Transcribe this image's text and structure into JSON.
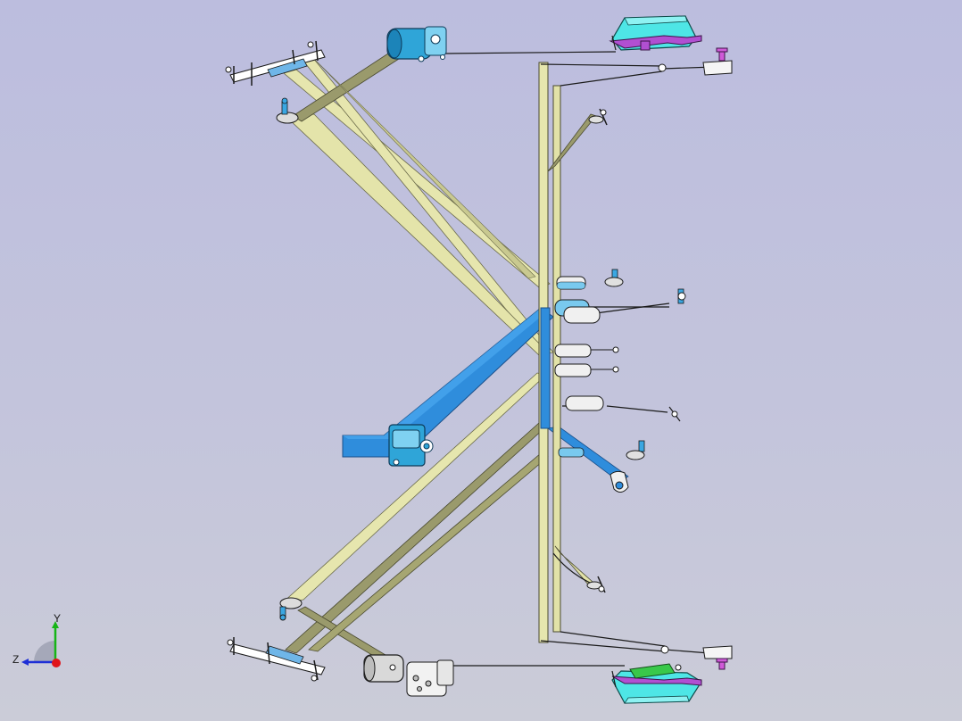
{
  "viewport": {
    "background_top": "#bcbdde",
    "background_bottom": "#cbccd8"
  },
  "colors": {
    "webbing_light": "#e6e6ae",
    "webbing_olive": "#9a9a6c",
    "webbing_blue": "#2f8ddc",
    "retractor_cyan": "#2fa5d8",
    "bracket_cyan": "#4ee6e6",
    "bracket_purple": "#b14fd2",
    "bracket_green": "#39c84a",
    "buckle_light": "#f0f0f0",
    "wire": "#1a1a1a"
  },
  "scene": {
    "components": [
      {
        "icon": "retractor-icon",
        "name": "retractor-top"
      },
      {
        "icon": "retractor-icon",
        "name": "retractor-bottom"
      },
      {
        "icon": "retractor-icon",
        "name": "retractor-center"
      },
      {
        "icon": "anchor-bracket-icon",
        "name": "anchor-bracket-top-right"
      },
      {
        "icon": "anchor-bracket-icon",
        "name": "anchor-bracket-bottom-right"
      },
      {
        "icon": "buckle-icon",
        "name": "buckle-stack"
      },
      {
        "icon": "bolt-icon",
        "name": "mounting-bolts"
      }
    ]
  },
  "triad": {
    "y_label": "Y",
    "z_label": "Z",
    "y_color": "#16b516",
    "z_color": "#1e2fd6",
    "x_color": "#e0141a"
  }
}
